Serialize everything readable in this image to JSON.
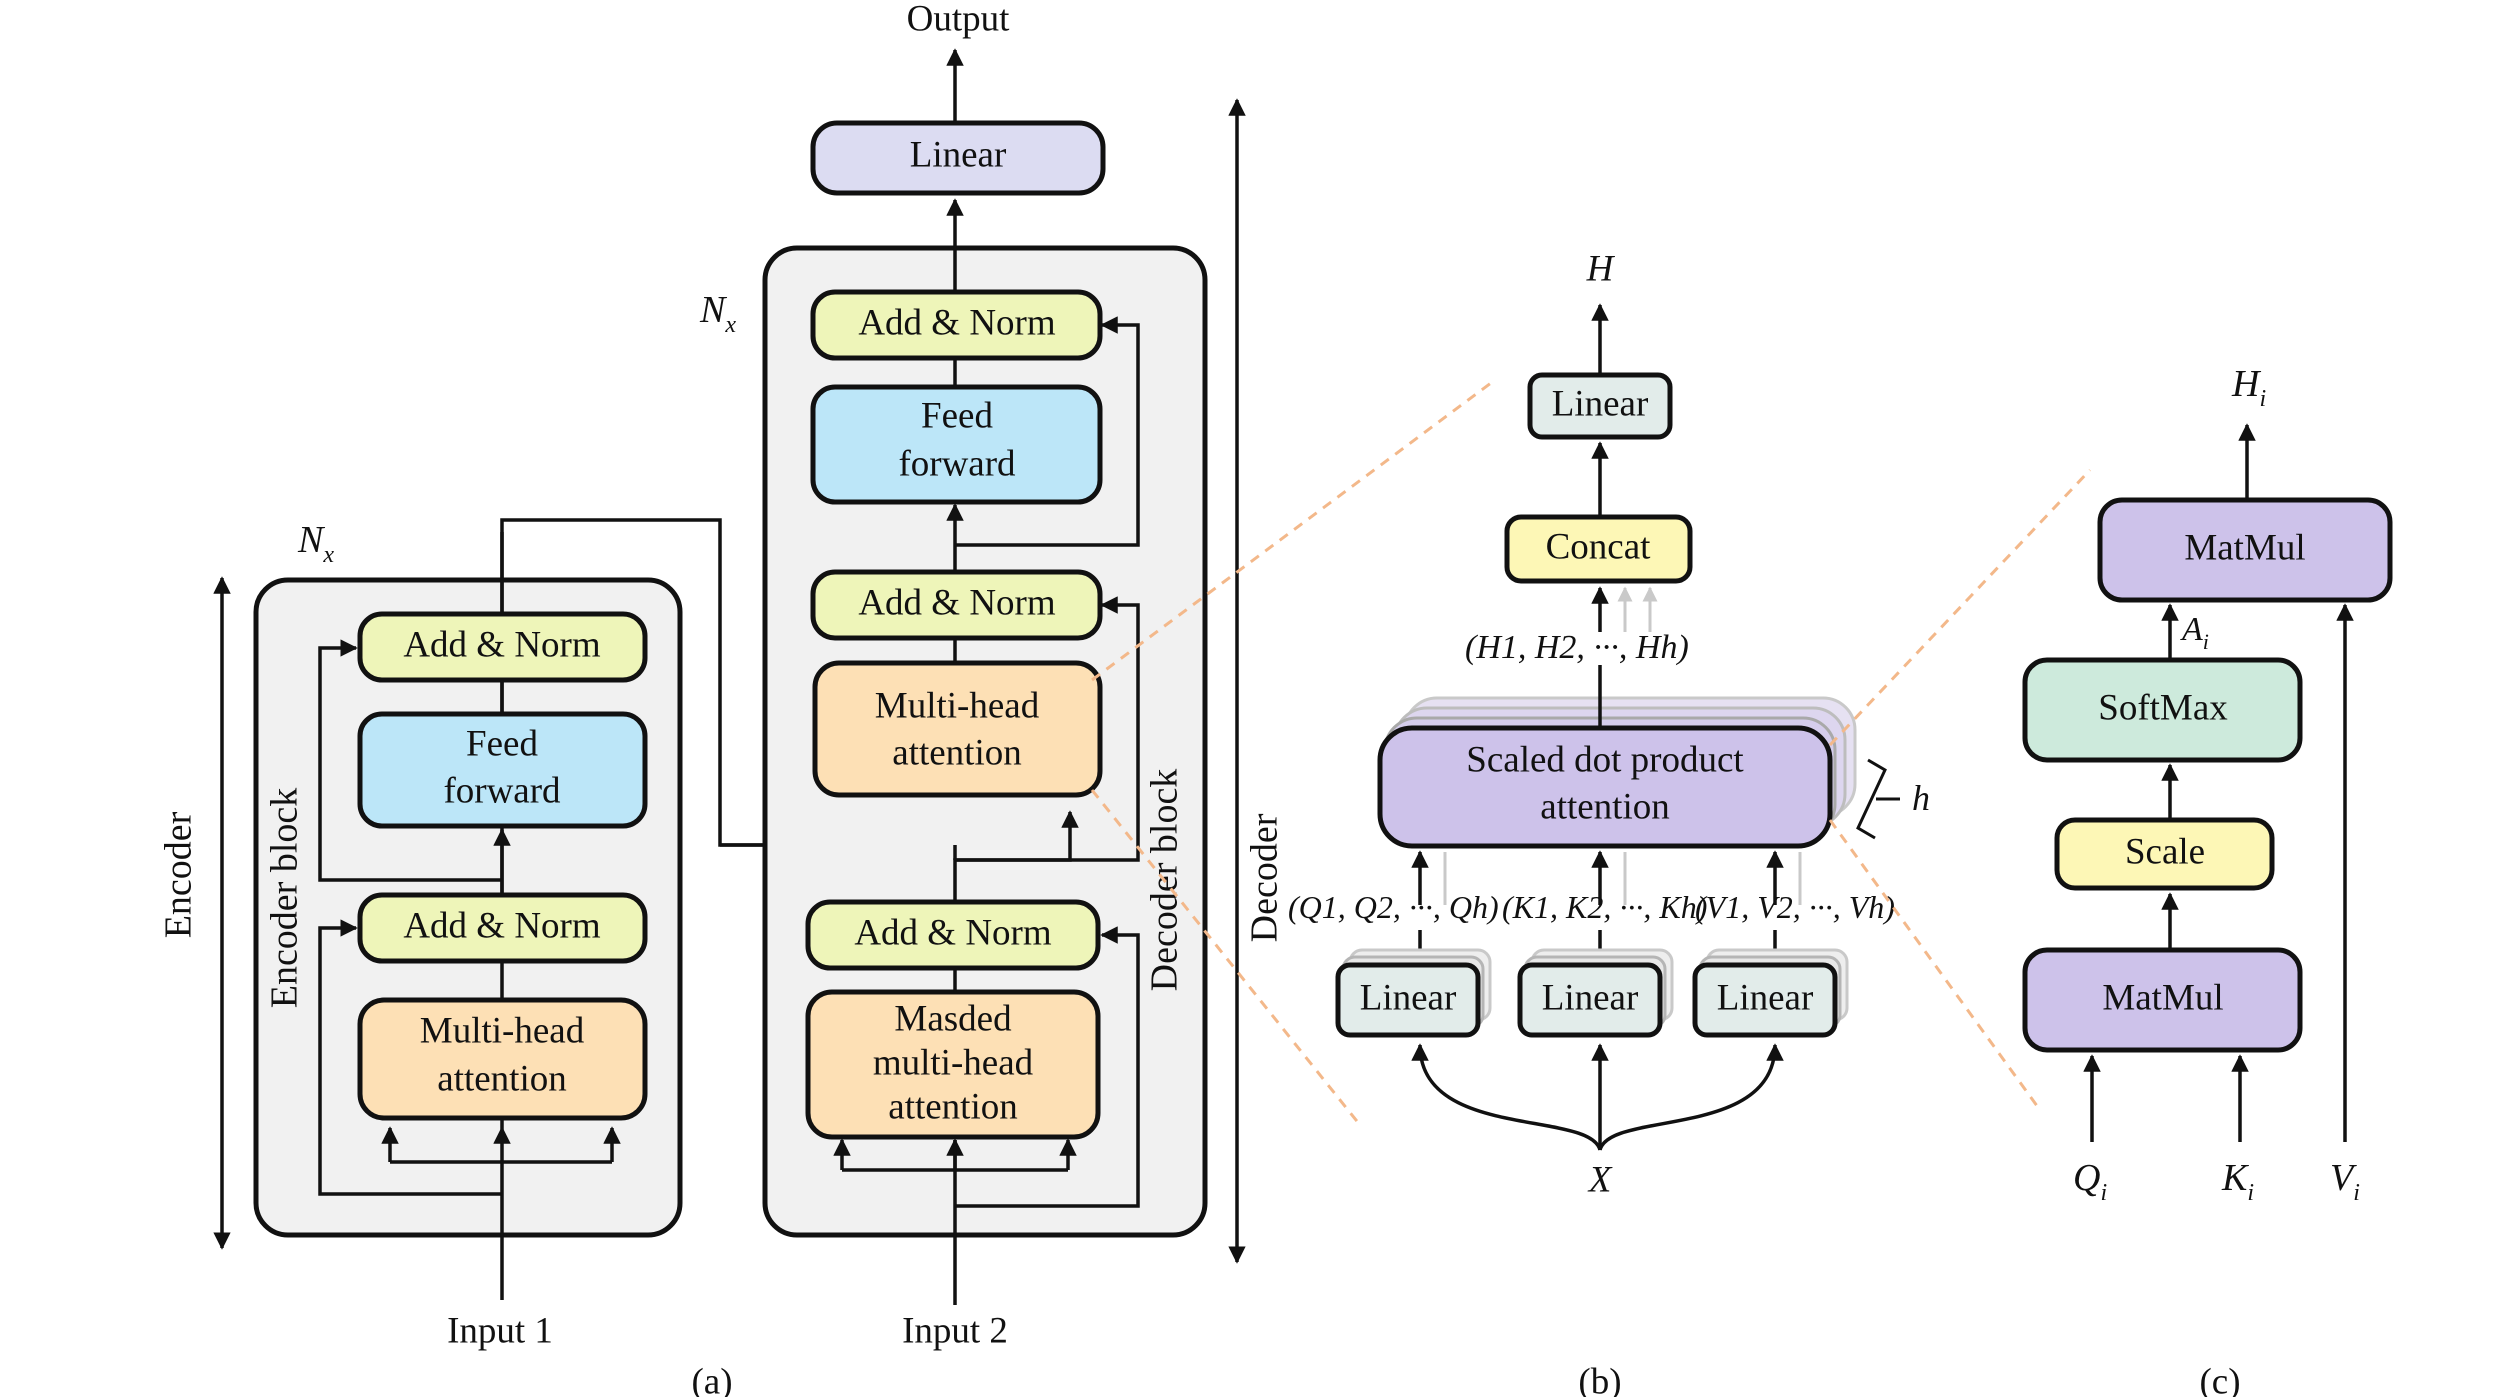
{
  "encoder": {
    "side_label": "Encoder",
    "block_label": "Encoder block",
    "repeat_label": "N",
    "repeat_sub": "x",
    "input_label": "Input 1",
    "boxes": {
      "add_norm_top": "Add & Norm",
      "feed_forward_1": "Feed",
      "feed_forward_2": "forward",
      "add_norm_bottom": "Add & Norm",
      "mha_1": "Multi-head",
      "mha_2": "attention"
    }
  },
  "decoder": {
    "side_label": "Decoder",
    "block_label": "Decoder  block",
    "repeat_label": "N",
    "repeat_sub": "x",
    "input_label": "Input 2",
    "output_label": "Output",
    "linear": "Linear",
    "boxes": {
      "add_norm_top": "Add & Norm",
      "feed_forward_1": "Feed",
      "feed_forward_2": "forward",
      "add_norm_mid": "Add & Norm",
      "mha_1": "Multi-head",
      "mha_2": "attention",
      "add_norm_bottom": "Add & Norm",
      "masked_1": "Masded",
      "masked_2": "multi-head",
      "masked_3": "attention"
    }
  },
  "multihead": {
    "output_label": "H",
    "linear": "Linear",
    "concat": "Concat",
    "heads_label": "(H1, H2, ···, Hh)",
    "sdpa_1": "Scaled dot product",
    "sdpa_2": "attention",
    "h_label": "h",
    "linear_q": "Linear",
    "linear_k": "Linear",
    "linear_v": "Linear",
    "q_label": "(Q1, Q2, ···, Qh)",
    "k_label": "(K1, K2, ···, Kh)",
    "v_label": "(V1, V2, ···, Vh)",
    "input_label": "X"
  },
  "sdpa": {
    "output_label": "H",
    "output_sub": "i",
    "matmul_top": "MatMul",
    "a_label": "A",
    "a_sub": "i",
    "softmax": "SoftMax",
    "scale": "Scale",
    "matmul_bottom": "MatMul",
    "q_label": "Q",
    "q_sub": "i",
    "k_label": "K",
    "k_sub": "i",
    "v_label": "V",
    "v_sub": "i"
  },
  "captions": {
    "a": "(a)",
    "b": "(b)",
    "c": "(c)"
  },
  "colors": {
    "add_norm": "#eef5b9",
    "feed_forward": "#bce6f8",
    "attention": "#fde0b5",
    "linear_top": "#dcdcf2",
    "sdpa": "#cdc2ea",
    "concat": "#fdf7b6",
    "linear_small": "#e2ecea",
    "softmax": "#cdeadc",
    "scale": "#fdf7b6",
    "matmul": "#cdc2ea"
  }
}
